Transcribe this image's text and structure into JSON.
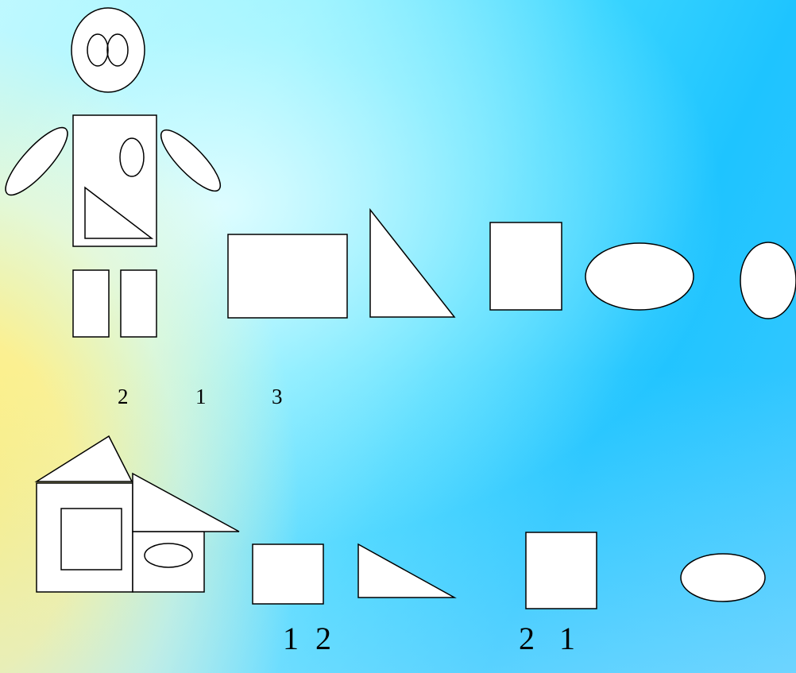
{
  "figure_1": {
    "counts": [
      "2",
      "1",
      "3"
    ]
  },
  "figure_2": {
    "counts": [
      "1",
      "2",
      "2",
      "1"
    ]
  },
  "colors": {
    "shape_fill": "#ffffff",
    "outline": "#000000"
  }
}
